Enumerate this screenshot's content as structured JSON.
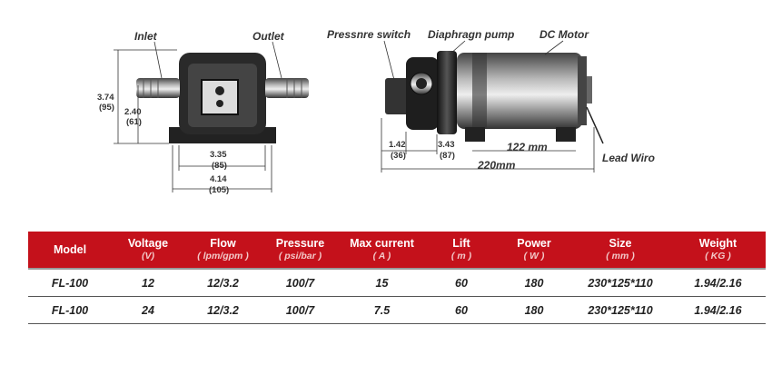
{
  "drawing": {
    "left_view": {
      "label_inlet": "Inlet",
      "label_outlet": "Outlet",
      "dim_height_in": "3.74",
      "dim_height_mm": "(95)",
      "dim_body_in": "2.40",
      "dim_body_mm": "(61)",
      "dim_base_in": "3.35",
      "dim_base_mm": "(85)",
      "dim_width_in": "4.14",
      "dim_width_mm": "(105)"
    },
    "side_view": {
      "label_switch": "Pressnre switch",
      "label_pump": "Diaphragn pump",
      "label_motor": "DC Motor",
      "label_lead": "Lead Wiro",
      "dim_a_in": "1.42",
      "dim_a_mm": "(36)",
      "dim_b_in": "3.43",
      "dim_b_mm": "(87)",
      "dim_motor": "122 mm",
      "dim_total": "220mm"
    }
  },
  "table": {
    "headers": [
      {
        "label": "Model",
        "unit": ""
      },
      {
        "label": "Voltage",
        "unit": "(V)"
      },
      {
        "label": "Flow",
        "unit": "( lpm/gpm )"
      },
      {
        "label": "Pressure",
        "unit": "( psi/bar )"
      },
      {
        "label": "Max current",
        "unit": "( A )"
      },
      {
        "label": "Lift",
        "unit": "( m )"
      },
      {
        "label": "Power",
        "unit": "( W )"
      },
      {
        "label": "Size",
        "unit": "( mm )"
      },
      {
        "label": "Weight",
        "unit": "( KG )"
      }
    ],
    "rows": [
      [
        "FL-100",
        "12",
        "12/3.2",
        "100/7",
        "15",
        "60",
        "180",
        "230*125*110",
        "1.94/2.16"
      ],
      [
        "FL-100",
        "24",
        "12/3.2",
        "100/7",
        "7.5",
        "60",
        "180",
        "230*125*110",
        "1.94/2.16"
      ]
    ]
  },
  "colors": {
    "header_bg": "#c4111b",
    "header_text": "#ffffff"
  }
}
